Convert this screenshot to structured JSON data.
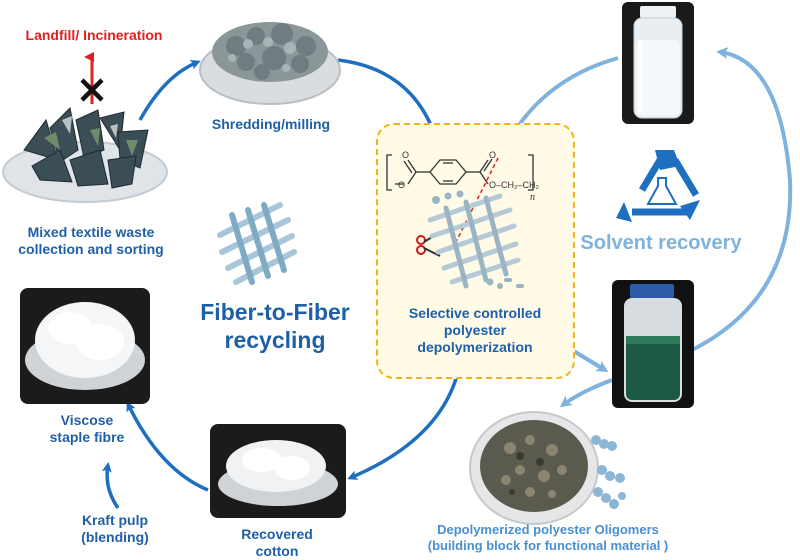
{
  "labels": {
    "landfill": "Landfill/ Incineration",
    "shredding": "Shredding/milling",
    "collection": "Mixed textile waste collection and sorting",
    "f2f_line1": "Fiber-to-Fiber",
    "f2f_line2": "recycling",
    "depoly_line1": "Selective controlled",
    "depoly_line2": "polyester",
    "depoly_line3": "depolymerization",
    "solvent": "Solvent recovery",
    "viscose_line1": "Viscose",
    "viscose_line2": "staple fibre",
    "kraft_line1": "Kraft pulp",
    "kraft_line2": "(blending)",
    "recovered_line1": "Recovered",
    "recovered_line2": "cotton",
    "oligomers_line1": "Depolymerized polyester Oligomers",
    "oligomers_line2": "(building block for functional material )"
  },
  "chem": {
    "subscript": "n"
  },
  "colors": {
    "primary_arrow": "#1f6fc0",
    "light_arrow": "#7fb2dd",
    "highlight_border": "#f2b21b",
    "red": "#e02020"
  }
}
